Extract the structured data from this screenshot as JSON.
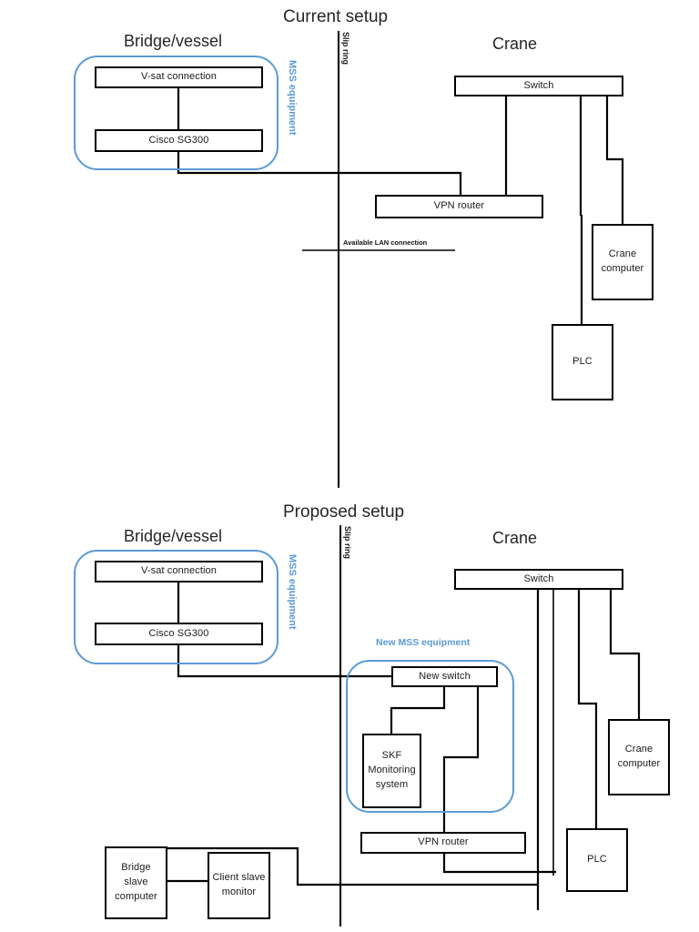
{
  "document": {
    "title": "Network setup diagram — current and proposed"
  },
  "sections": [
    {
      "id": "current",
      "title": "Current setup",
      "slip_ring_label": "Slip ring",
      "areas": [
        {
          "id": "bridge",
          "title": "Bridge/vessel"
        },
        {
          "id": "crane",
          "title": "Crane"
        }
      ],
      "groups": [
        {
          "id": "mss-equipment",
          "label": "MSS equipment",
          "color": "#5B9BD5"
        }
      ],
      "annotations": [
        {
          "id": "available-lan",
          "label": "Available LAN connection"
        }
      ],
      "nodes": [
        {
          "id": "vsat",
          "label": "V-sat connection"
        },
        {
          "id": "cisco-sg300",
          "label": "Cisco SG300"
        },
        {
          "id": "switch",
          "label": "Switch"
        },
        {
          "id": "vpn-router",
          "label": "VPN router"
        },
        {
          "id": "crane-computer",
          "label": "Crane\ncomputer",
          "lines": [
            "Crane",
            "computer"
          ]
        },
        {
          "id": "plc",
          "label": "PLC"
        }
      ]
    },
    {
      "id": "proposed",
      "title": "Proposed setup",
      "slip_ring_label": "Slip ring",
      "areas": [
        {
          "id": "bridge",
          "title": "Bridge/vessel"
        },
        {
          "id": "crane",
          "title": "Crane"
        }
      ],
      "groups": [
        {
          "id": "mss-equipment",
          "label": "MSS equipment",
          "color": "#5B9BD5"
        },
        {
          "id": "new-mss-equipment",
          "label": "New MSS equipment",
          "color": "#5B9BD5"
        }
      ],
      "annotations": [],
      "nodes": [
        {
          "id": "vsat",
          "label": "V-sat connection"
        },
        {
          "id": "cisco-sg300",
          "label": "Cisco SG300"
        },
        {
          "id": "switch",
          "label": "Switch"
        },
        {
          "id": "new-switch",
          "label": "New switch"
        },
        {
          "id": "skf-monitoring",
          "label": "SKF Monitoring system",
          "lines": [
            "SKF",
            "Monitoring",
            "system"
          ]
        },
        {
          "id": "vpn-router",
          "label": "VPN router"
        },
        {
          "id": "crane-computer",
          "label": "Crane computer",
          "lines": [
            "Crane",
            "computer"
          ]
        },
        {
          "id": "plc",
          "label": "PLC"
        },
        {
          "id": "bridge-slave-computer",
          "label": "Bridge slave computer",
          "lines": [
            "Bridge",
            "slave",
            "computer"
          ]
        },
        {
          "id": "client-slave-monitor",
          "label": "Client slave monitor",
          "lines": [
            "Client slave",
            "monitor"
          ]
        }
      ]
    }
  ],
  "colors": {
    "accent_blue": "#5B9BD5",
    "line_black": "#000000",
    "text_dark": "#262626",
    "background": "#FFFFFF"
  }
}
